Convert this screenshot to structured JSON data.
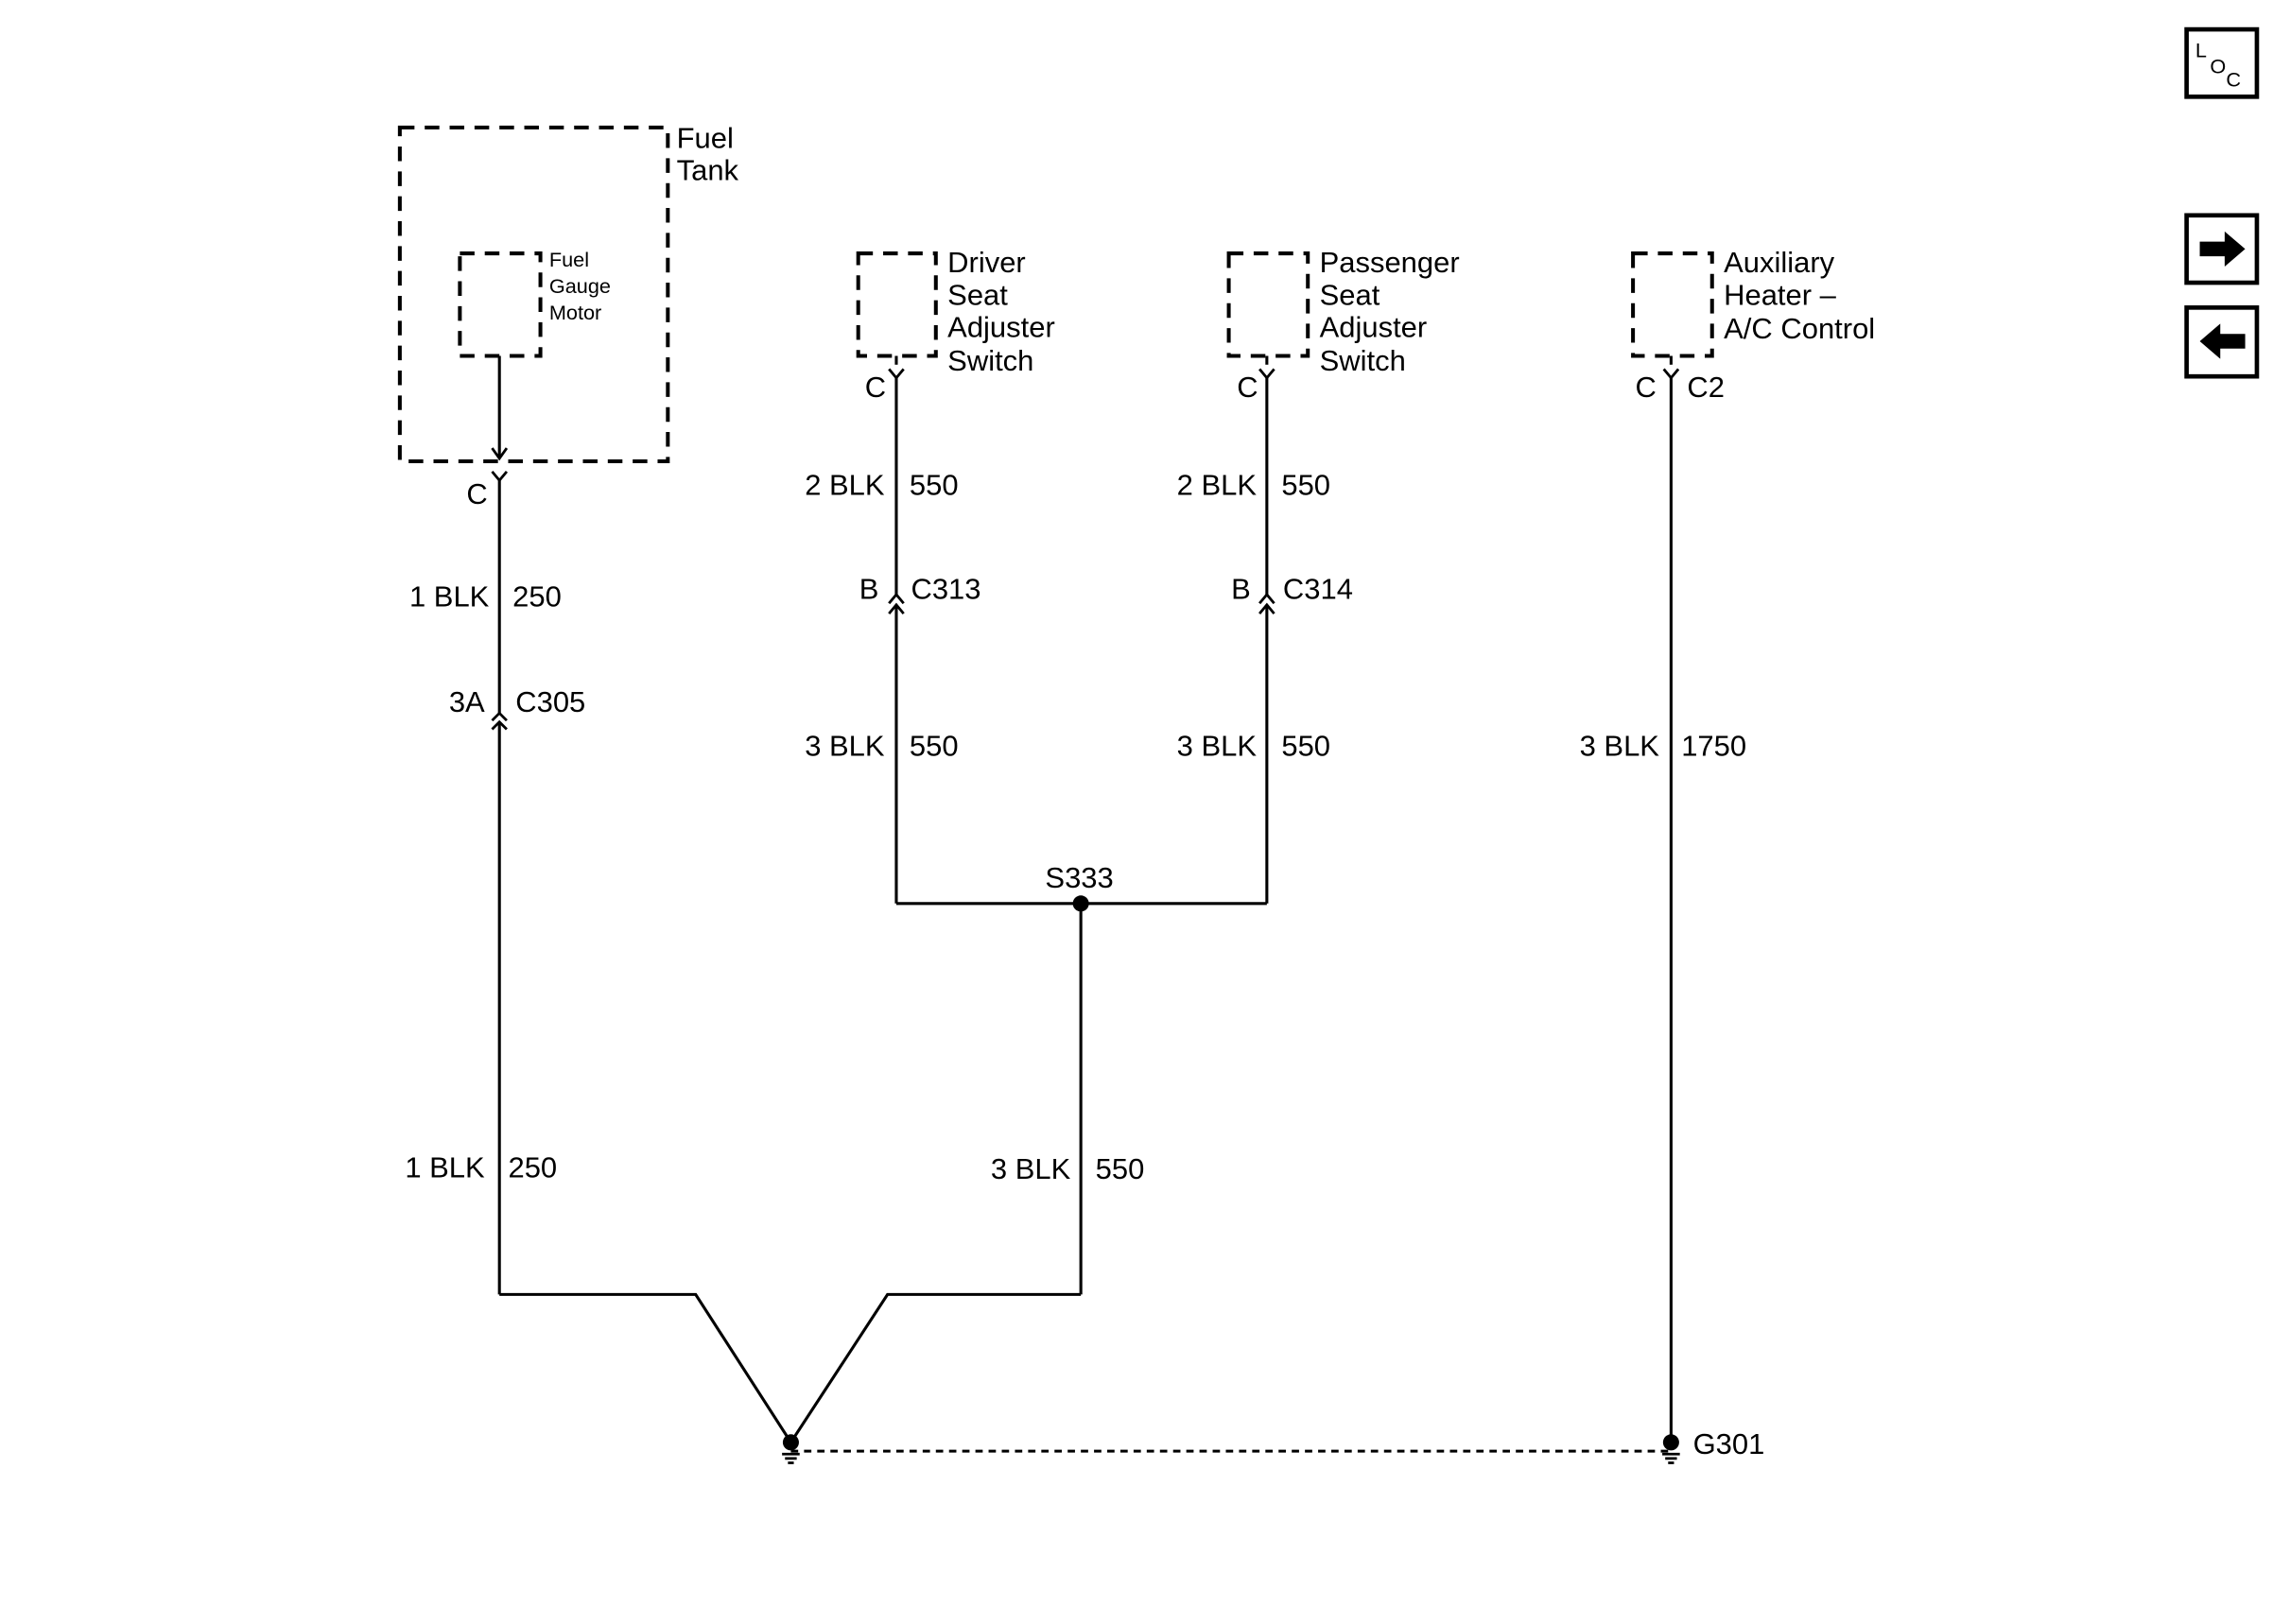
{
  "nav": {
    "loc_letters": [
      "L",
      "O",
      "C"
    ],
    "next_icon": "arrow-right-icon",
    "prev_icon": "arrow-left-icon"
  },
  "components": {
    "fuel_tank": {
      "label": [
        "Fuel",
        "Tank"
      ],
      "connector": "C"
    },
    "fuel_gauge_motor": {
      "label": [
        "Fuel",
        "Gauge",
        "Motor"
      ]
    },
    "driver_seat_switch": {
      "label": [
        "Driver",
        "Seat",
        "Adjuster",
        "Switch"
      ],
      "connector": "C"
    },
    "passenger_seat_switch": {
      "label": [
        "Passenger",
        "Seat",
        "Adjuster",
        "Switch"
      ],
      "connector": "C"
    },
    "aux_heater_ac_control": {
      "label": [
        "Auxiliary",
        "Heater –",
        "A/C Control"
      ],
      "pin": "C",
      "connector": "C2"
    }
  },
  "wires": {
    "fuel_upper": {
      "size_color": "1 BLK",
      "circuit": "250"
    },
    "fuel_lower": {
      "size_color": "1 BLK",
      "circuit": "250"
    },
    "driver_upper": {
      "size_color": "2 BLK",
      "circuit": "550"
    },
    "driver_lower": {
      "size_color": "3 BLK",
      "circuit": "550"
    },
    "passenger_upper": {
      "size_color": "2 BLK",
      "circuit": "550"
    },
    "passenger_lower": {
      "size_color": "3 BLK",
      "circuit": "550"
    },
    "splice_to_ground": {
      "size_color": "3 BLK",
      "circuit": "550"
    },
    "aux": {
      "size_color": "3 BLK",
      "circuit": "1750"
    }
  },
  "inline_connectors": {
    "c305": {
      "pin": "3A",
      "name": "C305"
    },
    "c313": {
      "pin": "B",
      "name": "C313"
    },
    "c314": {
      "pin": "B",
      "name": "C314"
    }
  },
  "splice": {
    "name": "S333"
  },
  "ground": {
    "name": "G301"
  },
  "colors": {
    "line": "#000000",
    "background": "#ffffff"
  }
}
